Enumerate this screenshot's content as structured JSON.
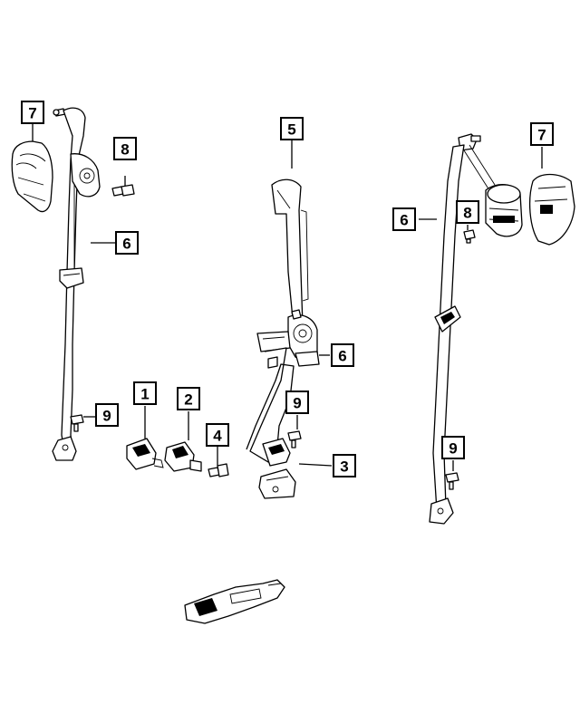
{
  "callouts": [
    {
      "id": "c1",
      "label": "1"
    },
    {
      "id": "c2",
      "label": "2"
    },
    {
      "id": "c3",
      "label": "3"
    },
    {
      "id": "c4",
      "label": "4"
    },
    {
      "id": "c5",
      "label": "5"
    },
    {
      "id": "c6a",
      "label": "6"
    },
    {
      "id": "c6b",
      "label": "6"
    },
    {
      "id": "c6c",
      "label": "6"
    },
    {
      "id": "c7a",
      "label": "7"
    },
    {
      "id": "c7b",
      "label": "7"
    },
    {
      "id": "c8a",
      "label": "8"
    },
    {
      "id": "c8b",
      "label": "8"
    },
    {
      "id": "c9a",
      "label": "9"
    },
    {
      "id": "c9b",
      "label": "9"
    },
    {
      "id": "c9c",
      "label": "9"
    }
  ]
}
